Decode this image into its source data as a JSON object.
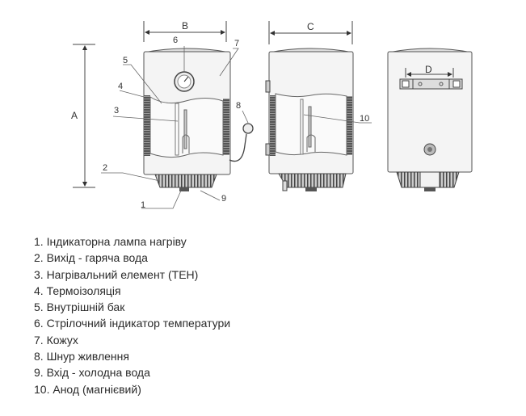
{
  "diagram": {
    "dimensions": {
      "a": "A",
      "b": "B",
      "c": "C",
      "d": "D"
    },
    "callouts": [
      "1",
      "2",
      "3",
      "4",
      "5",
      "6",
      "7",
      "8",
      "9",
      "10"
    ]
  },
  "legend": [
    "1. Індикаторна лампа нагріву",
    "2. Вихід - гаряча вода",
    "3. Нагрівальний елемент (ТЕН)",
    "4. Термоізоляція",
    "5. Внутрішній бак",
    "6. Стрілочний індикатор температури",
    "7. Кожух",
    "8. Шнур живлення",
    "9. Вхід - холодна вода",
    "10. Анод (магнієвий)"
  ]
}
